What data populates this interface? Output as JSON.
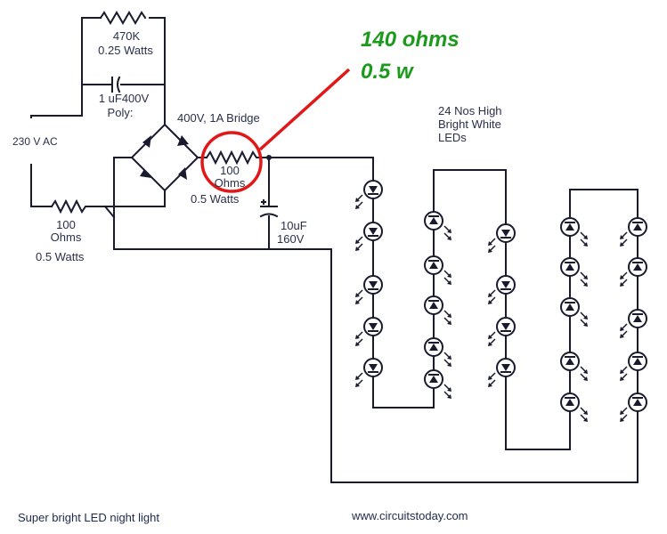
{
  "labels": {
    "r_feedback_value": "470K",
    "r_feedback_power": "0.25 Watts",
    "cap_poly_value": "1 uF400V",
    "cap_poly_type": "Poly:",
    "ac_source": "230 V AC",
    "bridge": "400V, 1A Bridge",
    "r_series_value": "100",
    "r_series_unit": "Ohms",
    "r_series_power": "0.5 Watts",
    "r_input_value": "100",
    "r_input_unit": "Ohms",
    "r_input_power": "0.5 Watts",
    "cap_filter_value": "10uF",
    "cap_filter_voltage": "160V",
    "led_note_line1": "24 Nos High",
    "led_note_line2": "Bright White",
    "led_note_line3": "LEDs"
  },
  "callout": {
    "line1": "140 ohms",
    "line2": "0.5 w",
    "color": "#e01818"
  },
  "caption": {
    "title": "Super bright LED night light",
    "site": "www.circuitstoday.com"
  },
  "colors": {
    "wire": "#1a1a2e",
    "callout_text": "#1c9a1c"
  }
}
